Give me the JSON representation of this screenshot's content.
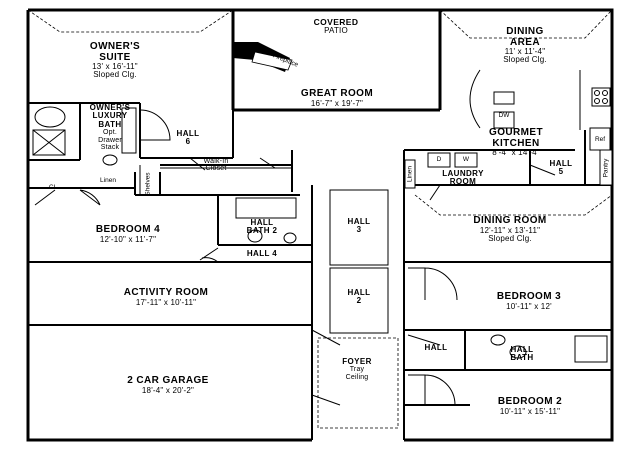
{
  "rooms": {
    "covered_patio": {
      "name": "COVERED",
      "name2": "PATIO"
    },
    "owners_suite": {
      "name": "OWNER'S",
      "name2": "SUITE",
      "dims": "13' x 16'-11\"",
      "note": "Sloped Clg."
    },
    "dining_area": {
      "name": "DINING",
      "name2": "AREA",
      "dims": "11' x 11'-4\"",
      "note": "Sloped Clg."
    },
    "great_room": {
      "name": "GREAT ROOM",
      "dims": "16'-7\" x 19'-7\""
    },
    "owners_bath": {
      "name": "OWNER'S",
      "name2": "LUXURY",
      "name3": "BATH",
      "note": "Opt.",
      "note2": "Drawer",
      "note3": "Stack"
    },
    "hall6": {
      "name": "HALL",
      "name2": "6"
    },
    "kitchen": {
      "name": "GOURMET",
      "name2": "KITCHEN",
      "dims": "8'-4\" x 14'-4\""
    },
    "walk_in_closet": {
      "name": "Walk-In",
      "name2": "Closet"
    },
    "laundry": {
      "name": "LAUNDRY",
      "name2": "ROOM"
    },
    "hall5": {
      "name": "HALL",
      "name2": "5"
    },
    "linen": {
      "name": "Linen"
    },
    "shelves": {
      "name": "Shelves"
    },
    "cl": {
      "name": "CL"
    },
    "hall_bath2": {
      "name": "HALL",
      "name2": "BATH 2"
    },
    "hall3": {
      "name": "HALL",
      "name2": "3"
    },
    "bedroom4": {
      "name": "BEDROOM 4",
      "dims": "12'-10\" x 11'-7\""
    },
    "dining_room": {
      "name": "DINING ROOM",
      "dims": "12'-11\" x 13'-11\"",
      "note": "Sloped Clg."
    },
    "hall4": {
      "name": "HALL 4"
    },
    "activity_room": {
      "name": "ACTIVITY ROOM",
      "dims": "17'-11\" x 10'-11\""
    },
    "hall2": {
      "name": "HALL",
      "name2": "2"
    },
    "bedroom3": {
      "name": "BEDROOM 3",
      "dims": "10'-11\" x 12'"
    },
    "hall": {
      "name": "HALL"
    },
    "hall_bath": {
      "name": "HALL",
      "name2": "BATH"
    },
    "foyer": {
      "name": "FOYER",
      "note": "Tray",
      "note2": "Ceiling"
    },
    "garage": {
      "name": "2 CAR GARAGE",
      "dims": "18'-4\" x 20'-2\""
    },
    "bedroom2": {
      "name": "BEDROOM 2",
      "dims": "10'-11\" x 15'-11\""
    }
  },
  "fixtures": {
    "fireplace": "Fireplace",
    "dishwasher": "DW",
    "refrigerator": "Ref",
    "pantry": "Pantry",
    "linen_small": "Linen",
    "washer": "W",
    "dryer": "D"
  }
}
